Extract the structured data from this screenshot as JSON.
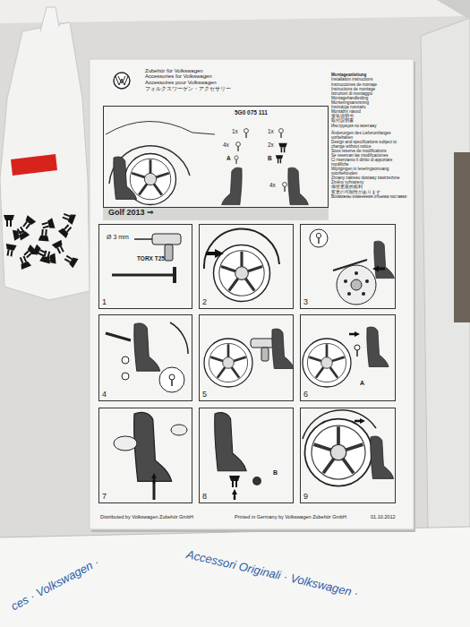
{
  "diagram": {
    "nodes": [
      {
        "text": [
          "1x",
          "1x",
          "4x",
          "2x",
          "A",
          "B",
          "4x"
        ]
      },
      {
        "text": [
          "Golf 2013 ⇒"
        ]
      },
      {
        "text": [
          "Ø 3 mm",
          "TORX T25",
          "1"
        ]
      },
      {
        "text": [
          "2"
        ]
      },
      {
        "text": [
          "3"
        ]
      },
      {
        "text": [
          "4"
        ]
      },
      {
        "text": [
          "5"
        ]
      },
      {
        "text": [
          "A",
          "6"
        ]
      },
      {
        "text": [
          "7"
        ]
      },
      {
        "text": [
          "B",
          "8"
        ]
      },
      {
        "text": [
          "9"
        ]
      }
    ],
    "labels": [
      "5G0 075 111",
      "Zubehör für Volkswagen",
      "Accessories for Volkswagen",
      "Accessoires pour Volkswagen",
      "フォルクスワーゲン・アクセサリー",
      "Montageanleitung",
      "Installation instructions",
      "Instrucciones de montaje",
      "Instructions de montage",
      "Istruzioni di montaggio",
      "Montagehandleiding",
      "Monteringsanvisning",
      "Instrukcja montażu",
      "Montážní návod",
      "安装说明书",
      "取付説明書",
      "Инструкция по монтажу",
      "Änderungen des Lieferumfanges vorbehalten",
      "Design and specifications subject to change without notice",
      "Sous réserve de modifications",
      "Se reservan las modificaciones",
      "Ci riserviamo il diritto di apportare modifiche",
      "Wijzigingen in leveringsomvang voorbehouden",
      "Zmiany zakresu dostawy zastrzeżone",
      "Změny vyhrazeny",
      "保留更改的权利",
      "変更の可能性があります",
      "Возможны изменения объема поставки",
      "Distributed by Volkswagen Zubehör GmbH",
      "Printed in Germany by Volkswagen Zubehör GmbH",
      "01.10.2012",
      "ces · Volkswagen ·",
      "Accessori Originali · Volkswagen ·"
    ]
  }
}
